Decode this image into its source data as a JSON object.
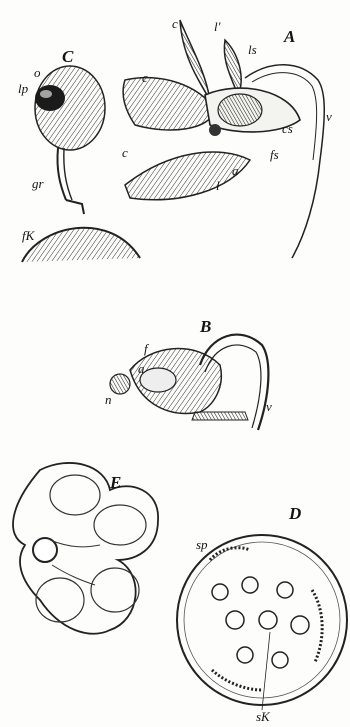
{
  "figures": {
    "C": {
      "letter": "C",
      "labels": {
        "o": "o",
        "lp": "lp",
        "gr": "gr",
        "fK": "fK"
      }
    },
    "A": {
      "letter": "A",
      "labels": {
        "c_top": "c",
        "c_mid": "c",
        "c_low": "c",
        "l_prime": "l'",
        "ls": "ls",
        "v": "v",
        "cs": "cs",
        "fs": "fs",
        "a": "a",
        "l": "l"
      }
    },
    "B": {
      "letter": "B",
      "labels": {
        "f": "f",
        "a": "a",
        "n": "n",
        "v": "v"
      }
    },
    "E": {
      "letter": "E"
    },
    "D": {
      "letter": "D",
      "labels": {
        "sp": "sp",
        "sK": "sK"
      }
    }
  }
}
